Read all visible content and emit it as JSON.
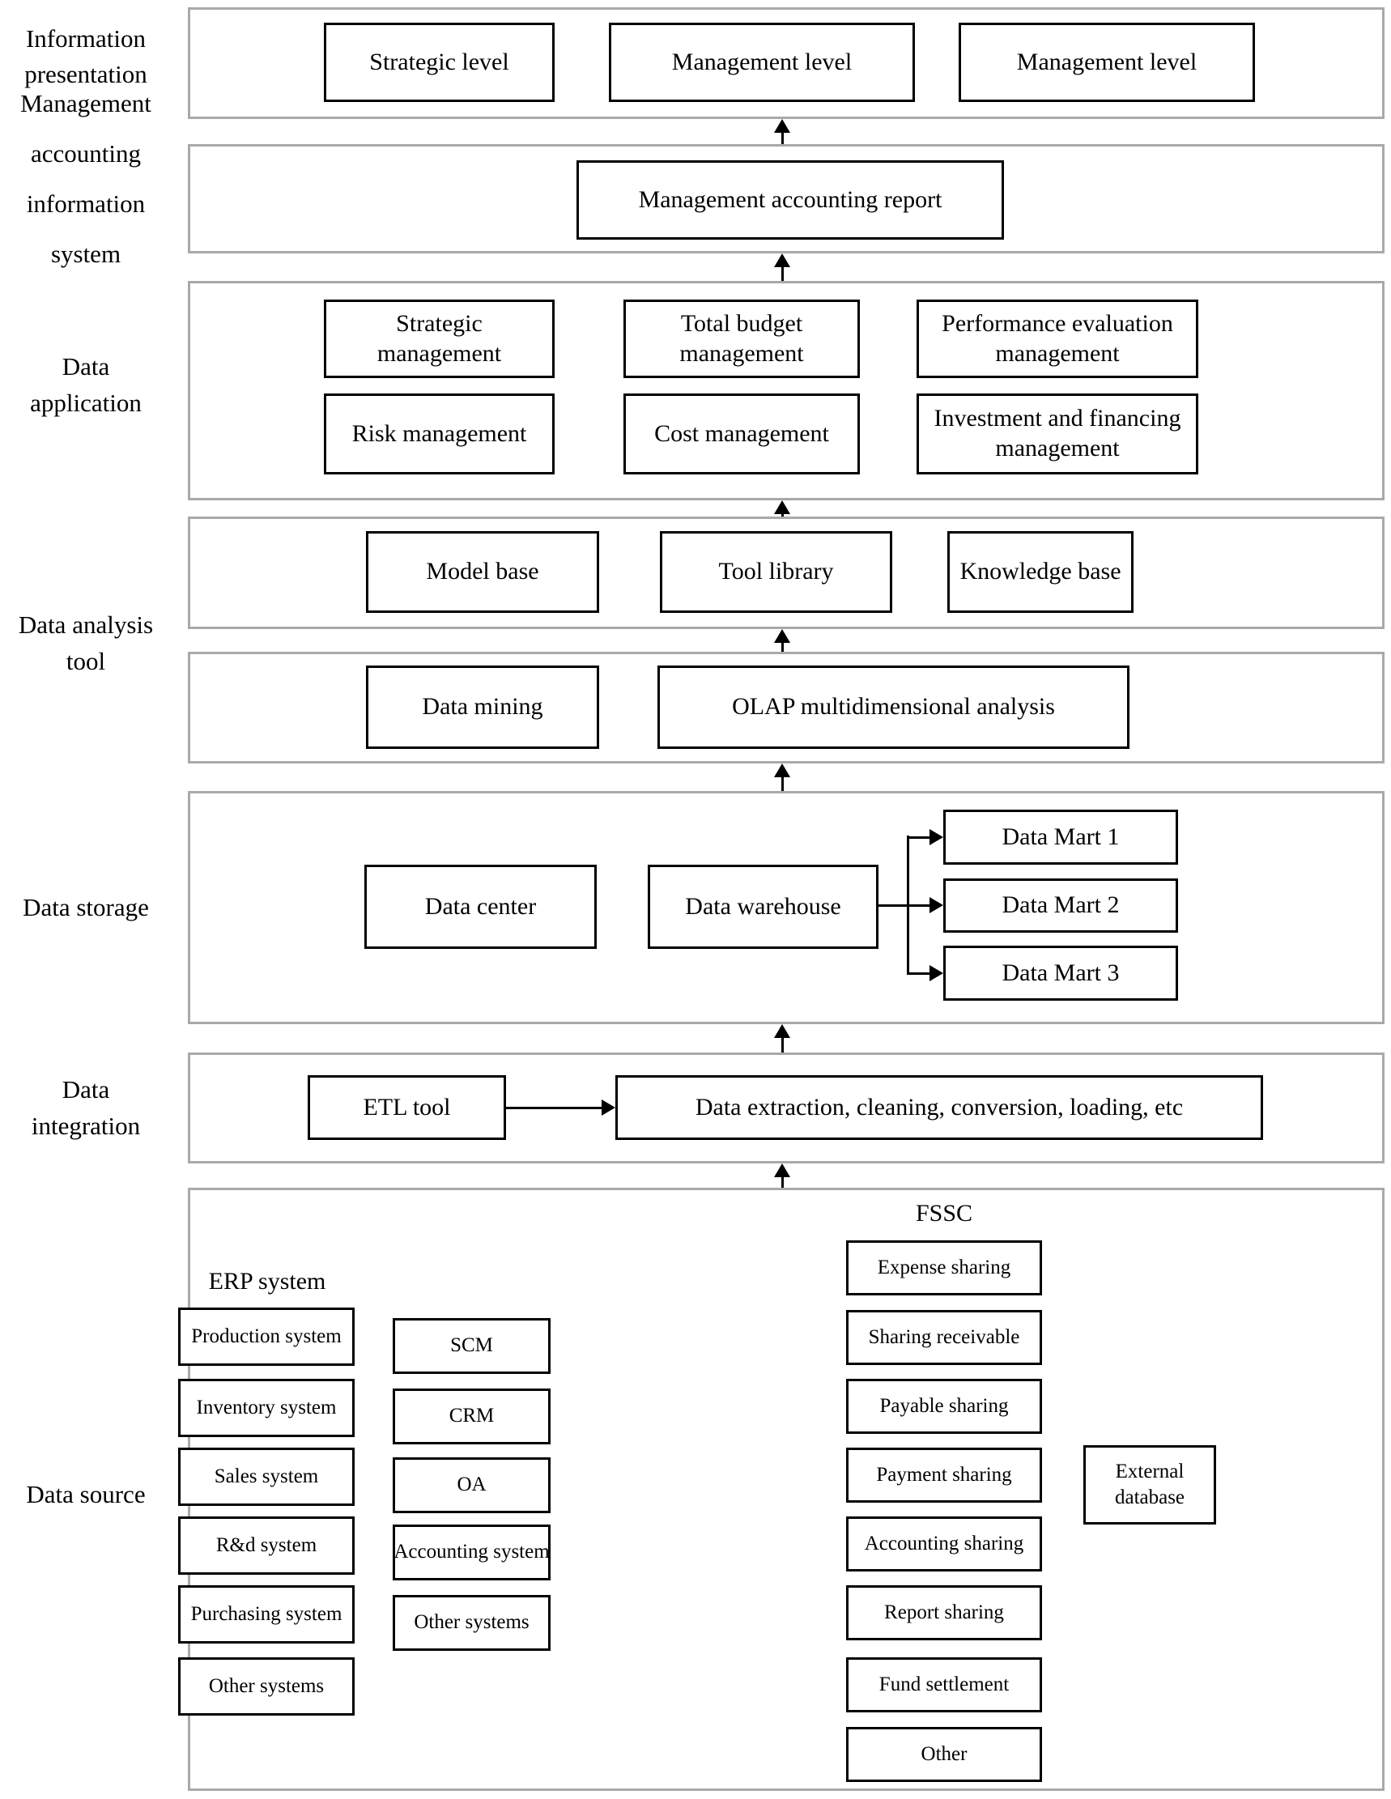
{
  "labels": {
    "information_presentation": [
      "Information",
      "presentation"
    ],
    "mais": [
      "Management",
      "accounting",
      "information",
      "system"
    ],
    "data_application": [
      "Data",
      "application"
    ],
    "data_analysis_tool": [
      "Data analysis",
      "tool"
    ],
    "data_storage": [
      "Data storage"
    ],
    "data_integration": [
      "Data",
      "integration"
    ],
    "data_source": [
      "Data source"
    ]
  },
  "info_presentation": {
    "boxes": [
      "Strategic level",
      "Management level",
      "Management level"
    ]
  },
  "mais": {
    "report": "Management accounting report"
  },
  "data_application": {
    "boxes": [
      "Strategic management",
      "Total budget management",
      "Performance evaluation management",
      "Risk management",
      "Cost management",
      "Investment and financing management"
    ]
  },
  "analysis": {
    "upper": [
      "Model base",
      "Tool library",
      "Knowledge base"
    ],
    "lower": [
      "Data mining",
      "OLAP multidimensional analysis"
    ]
  },
  "storage": {
    "center": "Data center",
    "warehouse": "Data warehouse",
    "marts": [
      "Data Mart 1",
      "Data Mart 2",
      "Data Mart 3"
    ]
  },
  "integration": {
    "etl": "ETL tool",
    "process": "Data extraction, cleaning, conversion, loading, etc"
  },
  "source": {
    "erp_title": "ERP system",
    "erp": [
      "Production system",
      "Inventory system",
      "Sales system",
      "R&d system",
      "Purchasing system",
      "Other systems"
    ],
    "middle": [
      "SCM",
      "CRM",
      "OA",
      "Accounting system",
      "Other systems"
    ],
    "fssc_title": "FSSC",
    "fssc": [
      "Expense sharing",
      "Sharing receivable",
      "Payable sharing",
      "Payment sharing",
      "Accounting sharing",
      "Report sharing",
      "Fund settlement",
      "Other"
    ],
    "external": "External database"
  }
}
